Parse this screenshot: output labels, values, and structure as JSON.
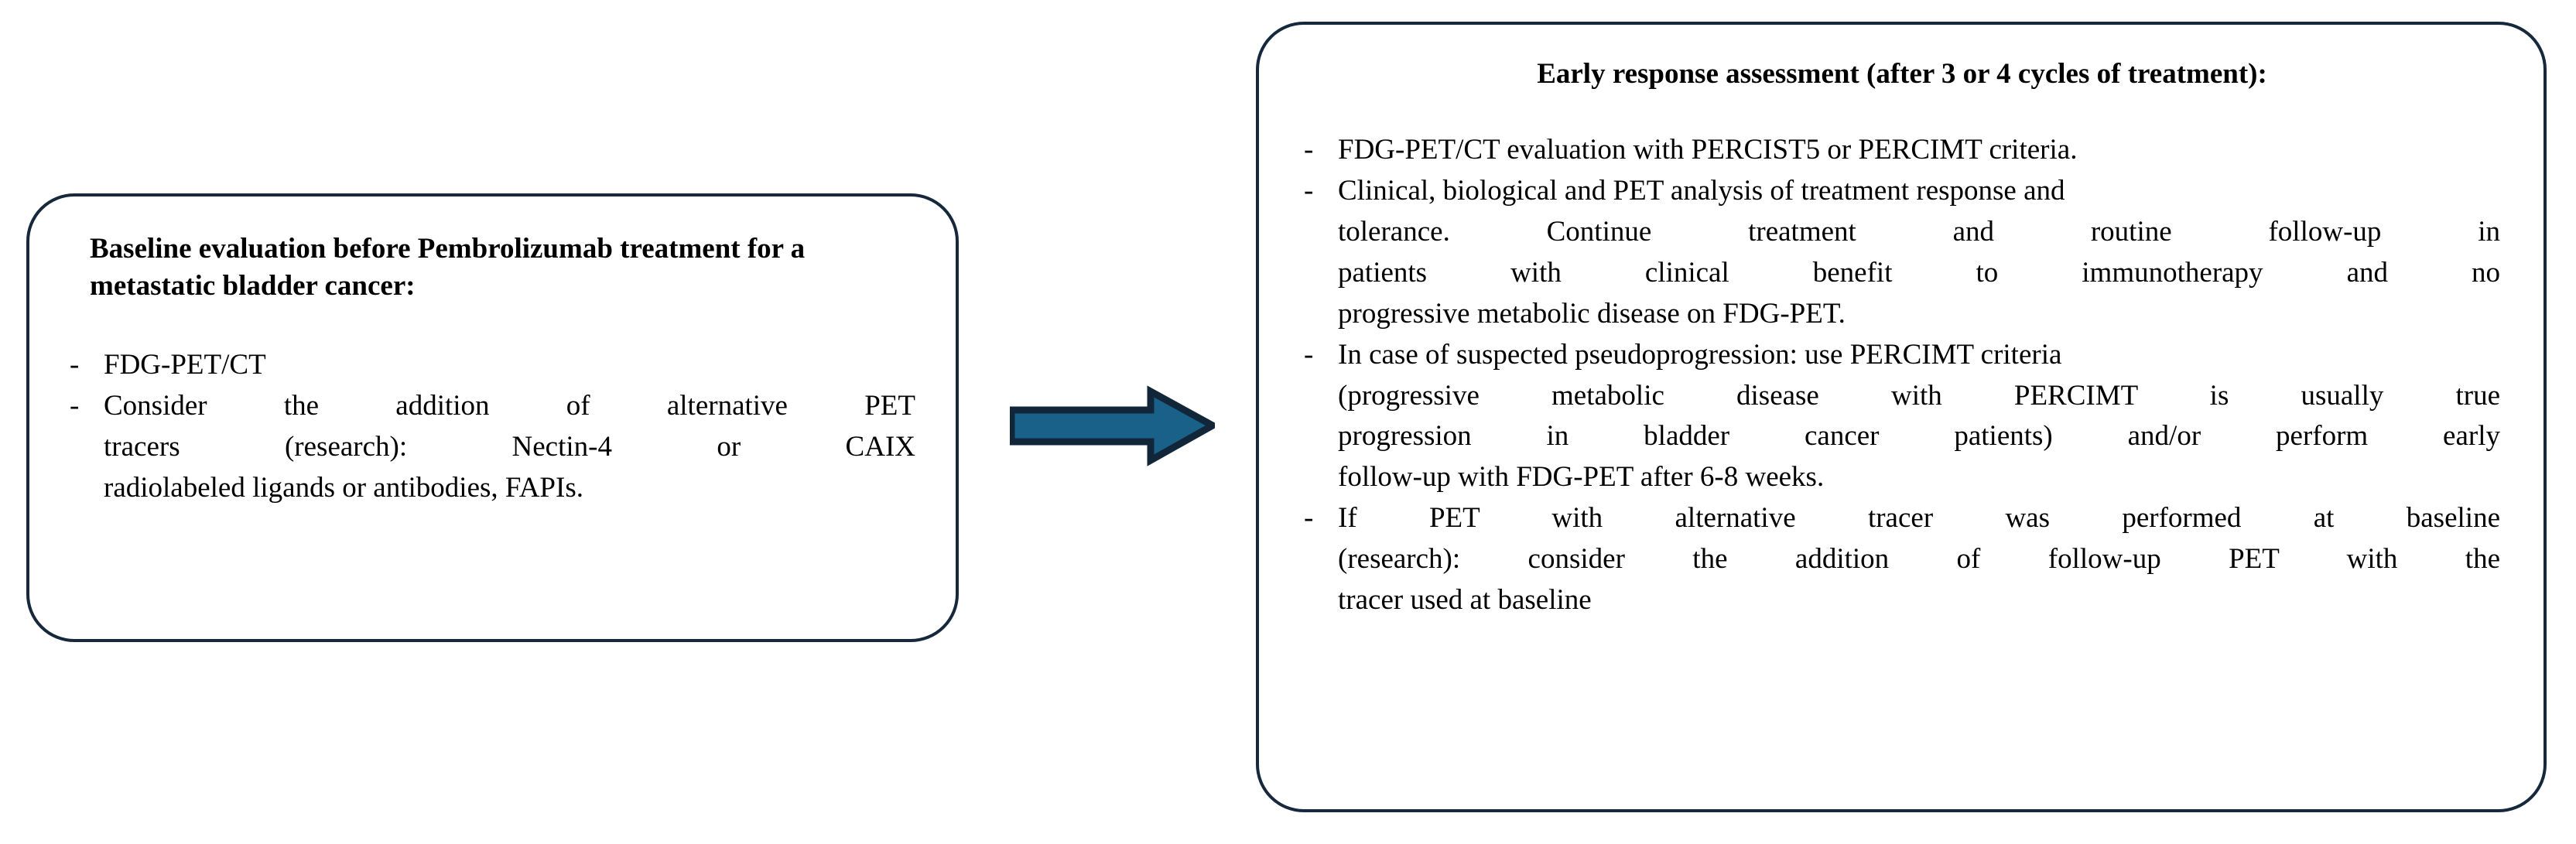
{
  "diagram": {
    "type": "flowchart",
    "orientation": "left-to-right",
    "colors": {
      "box_border": "#16283c",
      "box_fill": "#ffffff",
      "arrow_fill": "#1a6189",
      "arrow_outline": "#12263a",
      "text": "#000000"
    }
  },
  "baseline_box": {
    "heading": "Baseline evaluation before Pembrolizumab treatment for a metastatic bladder cancer:",
    "bullet_marker": "-",
    "bullets": [
      {
        "text": "FDG-PET/CT",
        "lines": [
          "FDG-PET/CT"
        ]
      },
      {
        "text": "Consider the addition of alternative PET tracers (research): Nectin-4 or CAIX radiolabeled ligands or antibodies, FAPIs.",
        "lines": [
          "Consider the addition of alternative PET",
          "tracers (research): Nectin-4 or CAIX",
          "radiolabeled ligands or antibodies, FAPIs."
        ]
      }
    ]
  },
  "arrow": {
    "name": "right-arrow",
    "direction": "right"
  },
  "response_box": {
    "heading": "Early response assessment (after 3 or 4 cycles of treatment):",
    "bullet_marker": "-",
    "bullets": [
      {
        "text": "FDG-PET/CT evaluation with PERCIST5 or PERCIMT criteria.",
        "lines": [
          "FDG-PET/CT evaluation with PERCIST5 or PERCIMT criteria."
        ]
      },
      {
        "text": "Clinical, biological and PET analysis of treatment response and tolerance. Continue treatment and routine follow-up in patients with clinical benefit to immunotherapy and no progressive metabolic disease on FDG-PET.",
        "lines": [
          "Clinical, biological and PET analysis of treatment response and",
          "tolerance. Continue treatment and routine follow-up in",
          "patients with clinical benefit to immunotherapy and no",
          "progressive metabolic disease on FDG-PET."
        ]
      },
      {
        "text": "In case of suspected pseudoprogression: use PERCIMT criteria (progressive metabolic disease with PERCIMT is usually true progression in bladder cancer patients) and/or perform early follow-up with FDG-PET after 6-8 weeks.",
        "lines": [
          "In case of suspected pseudoprogression: use PERCIMT criteria",
          "(progressive metabolic disease with PERCIMT is usually true",
          "progression in bladder cancer patients) and/or perform early",
          "follow-up with FDG-PET after 6-8 weeks."
        ]
      },
      {
        "text": "If PET with alternative tracer was performed at baseline (research): consider the addition of follow-up PET with the tracer used at baseline",
        "lines": [
          "If PET with alternative tracer was performed at baseline",
          "(research): consider the addition of follow-up PET with the",
          "tracer used at baseline"
        ]
      }
    ]
  }
}
